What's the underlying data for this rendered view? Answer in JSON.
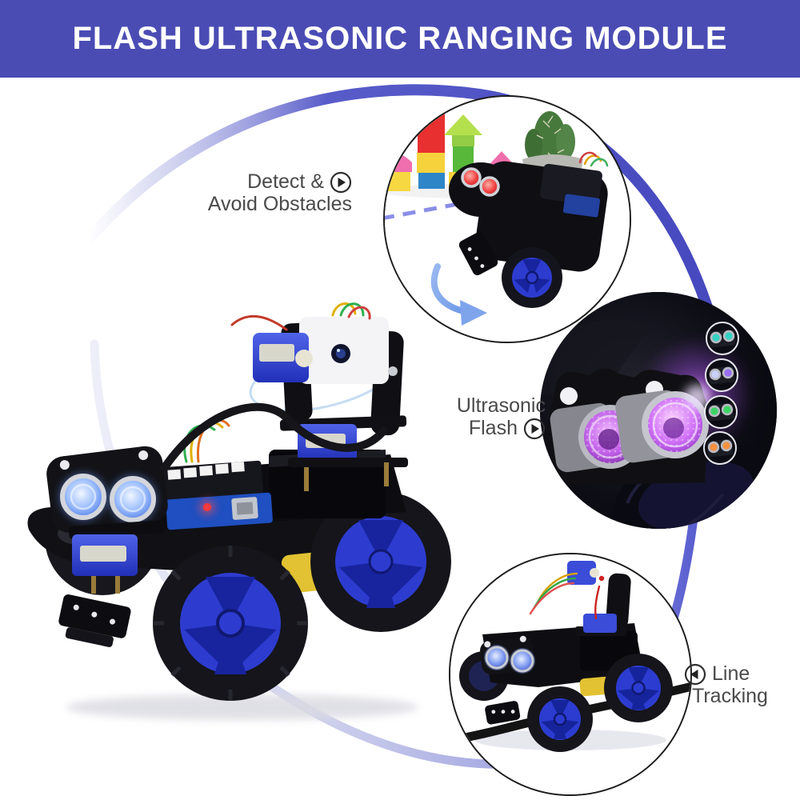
{
  "banner": {
    "title": "FLASH ULTRASONIC RANGING MODULE",
    "bg_color": "#4a4cb4",
    "text_color": "#ffffff"
  },
  "callouts": {
    "obstacle": {
      "line1": "Detect &",
      "line2": "Avoid Obstacles",
      "icon": "play-circle-right-icon"
    },
    "flash": {
      "line1": "Ultrasonic",
      "line2": "Flash",
      "icon": "play-circle-right-icon"
    },
    "tracking": {
      "line1": "Line",
      "line2": "Tracking",
      "icon": "play-circle-left-icon"
    }
  },
  "photos": {
    "top_circle": "robot-car-detecting-wooden-blocks",
    "middle_circle": "ultrasonic-flash-module-glowing-purple",
    "middle_circle_led_variants": [
      "cyan",
      "purple",
      "green",
      "orange"
    ],
    "bottom_circle": "robot-car-following-black-line",
    "main_photo": "smart-robot-car-with-camera-and-ultrasonic-eyes"
  },
  "colors": {
    "banner_bg": "#4a4cb4",
    "ring_indigo": "#4e52c4",
    "ring_lavender": "#c8caec",
    "label_text": "#4a4a4a",
    "wheel_rim_blue": "#2d3ccf",
    "tire_black": "#15151b",
    "eye_glow_blue": "#6f9dff",
    "flash_glow_purple": "#c76bf0",
    "led_cyan": "#35d1c2",
    "led_purple": "#9a6cf5",
    "led_green": "#3bd465",
    "led_orange": "#f5913e",
    "dashed_line_blue": "#8a8ee6",
    "turn_arrow_blue": "#7fa4ec",
    "track_line_black": "#141414"
  }
}
